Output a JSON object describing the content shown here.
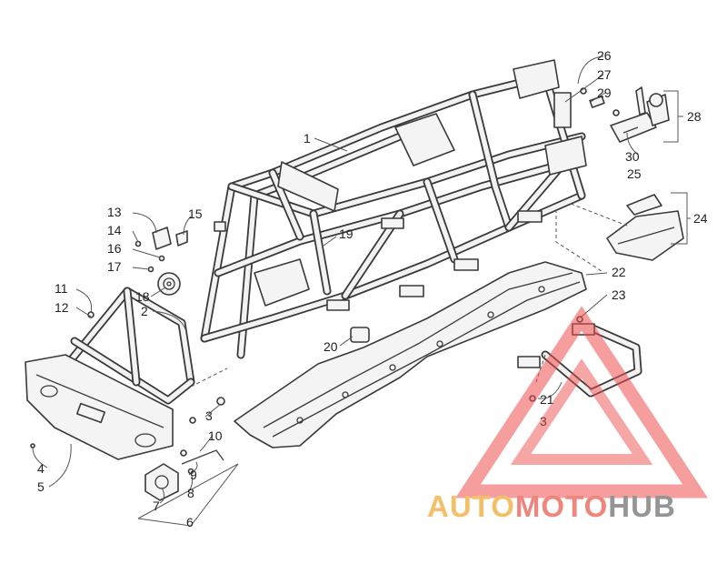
{
  "callouts": [
    "1",
    "2",
    "3",
    "3",
    "3",
    "4",
    "5",
    "6",
    "7",
    "8",
    "9",
    "10",
    "11",
    "12",
    "13",
    "14",
    "15",
    "16",
    "17",
    "18",
    "19",
    "20",
    "21",
    "22",
    "23",
    "24",
    "25",
    "26",
    "27",
    "28",
    "29",
    "30"
  ],
  "watermark": {
    "part1": "AUTO",
    "part2": "MOTO",
    "part3": "HUB",
    "colors": {
      "auto": "#f5b95a",
      "moto": "#ee7a70",
      "hub": "#8a8a8a",
      "triangle": "#ee4a4a"
    }
  }
}
